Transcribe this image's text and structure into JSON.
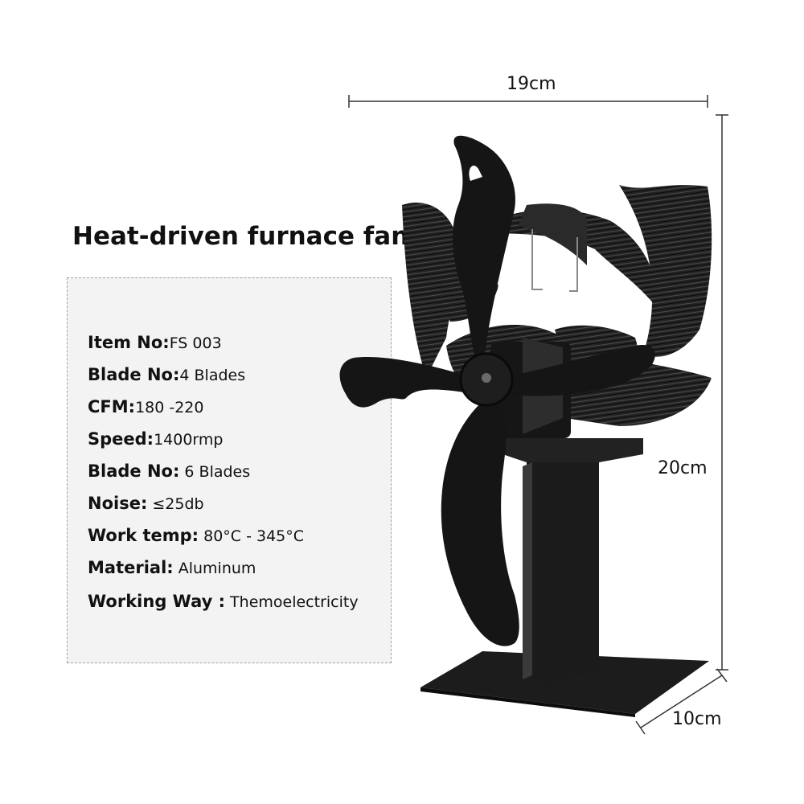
{
  "title": "Heat-driven furnace fan",
  "specs": [
    {
      "label": "Item No:",
      "value": "FS 003"
    },
    {
      "label": "Blade No:",
      "value": "4 Blades"
    },
    {
      "label": "CFM:",
      "value": "180 -220"
    },
    {
      "label": "Speed:",
      "value": "1400rmp"
    },
    {
      "label": "Blade No:",
      "value": " 6 Blades"
    },
    {
      "label": "Noise:",
      "value": " ≤25db"
    },
    {
      "label": "Work temp:",
      "value": " 80°C - 345°C"
    },
    {
      "label": "Material:",
      "value": " Aluminum"
    },
    {
      "label": "Working Way :",
      "value": "  Themoelectricity"
    }
  ],
  "dimensions": {
    "width": "19cm",
    "height": "20cm",
    "depth": "10cm"
  },
  "colors": {
    "fan_body": "#1a1a1a",
    "spec_box_bg": "#f3f3f3",
    "dimension_line": "#333333"
  }
}
